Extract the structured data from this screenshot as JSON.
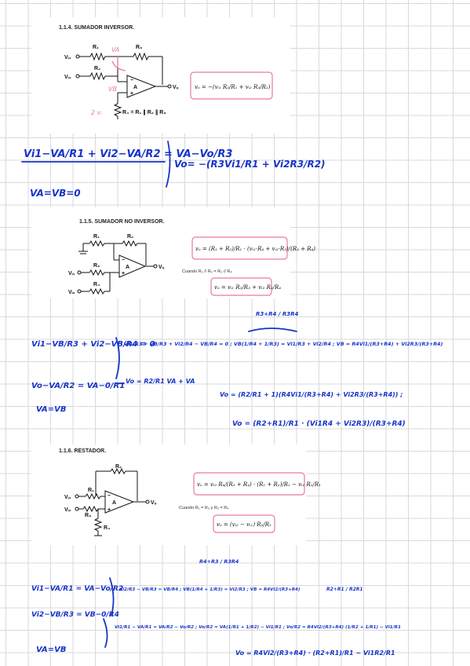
{
  "sections": {
    "s114": {
      "heading": "1.1.4. SUMADOR INVERSOR.",
      "labels": {
        "r1": "R₁",
        "r2": "R₂",
        "r3": "R₃",
        "vi1": "Vᵢ₁",
        "vi2": "Vᵢ₂",
        "vo": "Vₒ",
        "a": "A",
        "r4": "R₄ = R₁ ∥ R₂ ∥ R₃"
      },
      "formula": "vₒ = −(vᵢ₁ R₃/R₁ + vᵢ₂ R₃/R₂)"
    },
    "s115": {
      "heading": "1.1.5. SUMADOR NO INVERSOR.",
      "labels": {
        "r1": "R₁",
        "r2": "R₂",
        "r3": "R₃",
        "r4": "R₄",
        "vi1": "Vᵢ₁",
        "vi2": "Vᵢ₂",
        "vo": "Vₒ",
        "a": "A"
      },
      "formula": "vₒ = (R₁ + R₂)/R₁ · (vᵢ₁·R₄ + vᵢ₂·R₃)/(R₃ + R₄)",
      "condition": "Cuando R₁ // R₂ = R₃ // R₄",
      "formula_simplified": "vₒ = vᵢ₁ R₂/R₃ + vᵢ₂ R₂/R₄"
    },
    "s116": {
      "heading": "1.1.6. RESTADOR.",
      "labels": {
        "r1": "R₁",
        "r2": "R₂",
        "r3": "R₃",
        "r4": "R₄",
        "vi1": "Vᵢ₁",
        "vi2": "Vᵢ₂",
        "vo": "Vₒ",
        "a": "A"
      },
      "formula": "vₒ = vᵢ₂ R₄/(R₃ + R₄) · (R₁ + R₂)/R₁ − vᵢ₁ R₂/R₁",
      "condition": "Cuando R₁ = R₃ y R₂ = R₄",
      "formula_simplified": "vₒ = (vᵢ₂ − vᵢ₁) R₂/R₁"
    }
  },
  "annotations": {
    "s114": {
      "va": "VA",
      "vb": "VB",
      "zero": "2 vᵢ",
      "kcl": "Vi1−VA/R1 + Vi2−VA/R2 = VA−Vo/R3",
      "result": "Vo= −(R3Vi1/R1 + Vi2R3/R2)",
      "cond": "VA=VB=0"
    },
    "s115": {
      "top": "R3+R4 / R3R4",
      "l1": "Vi1−VB/R3 + Vi2−VB/R4 = 0",
      "l1b": "Vi1/R3 − VB/R3 + Vi2/R4 − VB/R4 = 0 ; VB(1/R4 + 1/R3) = Vi1/R3 + Vi2/R4 ; VB = R4Vi1/(R3+R4) + Vi2R3/(R3+R4)",
      "l2": "Vo−VA/R2 = VA−0/R1",
      "l2b": "Vo = R2/R1 VA + VA",
      "l3": "Vo = (R2/R1 + 1)(R4Vi1/(R3+R4) + Vi2R3/(R3+R4)) ;",
      "l4": "Vo = (R2+R1)/R1 · (Vi1R4 + Vi2R3)/(R3+R4)",
      "cond": "VA=VB"
    },
    "s116": {
      "top": "R4+R3 / R3R4",
      "l1": "Vi1−VA/R1 = VA−Vo/R2",
      "l1b": "Vi2/R3 − VB/R3 = VB/R4 ; VB(1/R4 + 1/R3) = Vi2/R3 ; VB = R4Vi2/(R3+R4)",
      "l2": "Vi2−VB/R3 = VB−0/R4",
      "l2b": "Vi1/R1 − VA/R1 = VA/R2 − Vo/R2 ; Vo/R2 = VA(1/R1 + 1/R2) − Vi1/R1 ; Vo/R2 = R4Vi2/(R3+R4) (1/R2 + 1/R1) − Vi1/R1",
      "side": "R2+R1 / R2R1",
      "l3": "Vo = R4Vi2/(R3+R4) · (R2+R1)/R1 − Vi1R2/R1",
      "cond": "VA=VB"
    }
  }
}
